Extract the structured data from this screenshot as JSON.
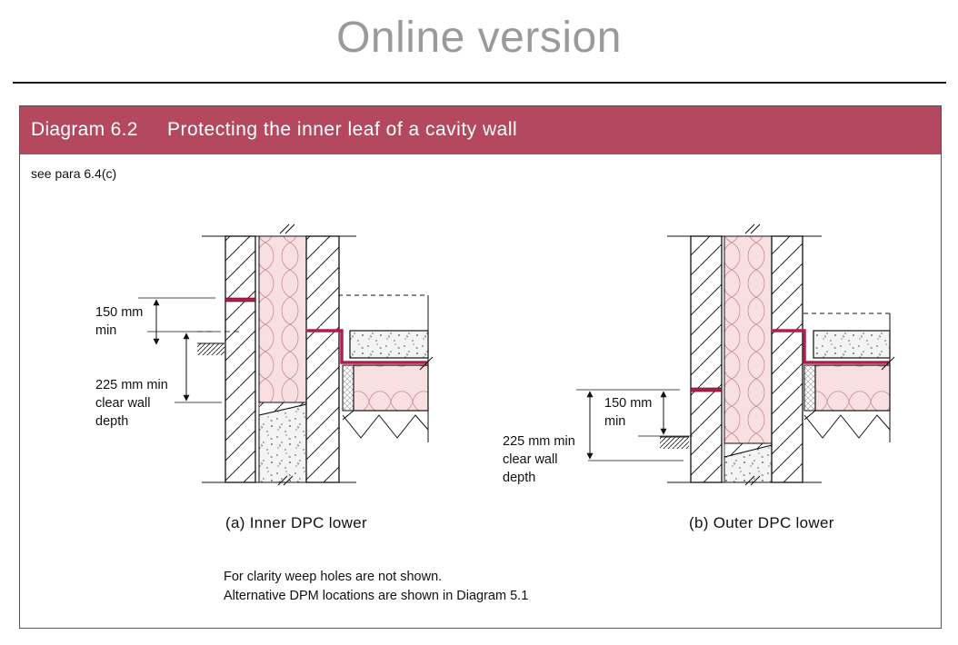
{
  "watermark": "Online version",
  "title": {
    "number": "Diagram 6.2",
    "text": "Protecting the inner leaf of a cavity wall"
  },
  "reference": "see para 6.4(c)",
  "diagram_a": {
    "dim_top": [
      "150 mm",
      "min"
    ],
    "dim_bottom": [
      "225 mm min",
      "clear wall",
      "depth"
    ],
    "caption": "(a) Inner DPC lower"
  },
  "diagram_b": {
    "dim_top": [
      "150 mm",
      "min"
    ],
    "dim_bottom": [
      "225 mm min",
      "clear wall",
      "depth"
    ],
    "caption": "(b) Outer DPC lower"
  },
  "notes": [
    "For clarity weep holes are not shown.",
    "Alternative DPM locations are shown in Diagram 5.1"
  ],
  "colors": {
    "title_bar": "#b3485e",
    "dpc": "#b01e4a",
    "insulation": "#f8e0e2"
  }
}
